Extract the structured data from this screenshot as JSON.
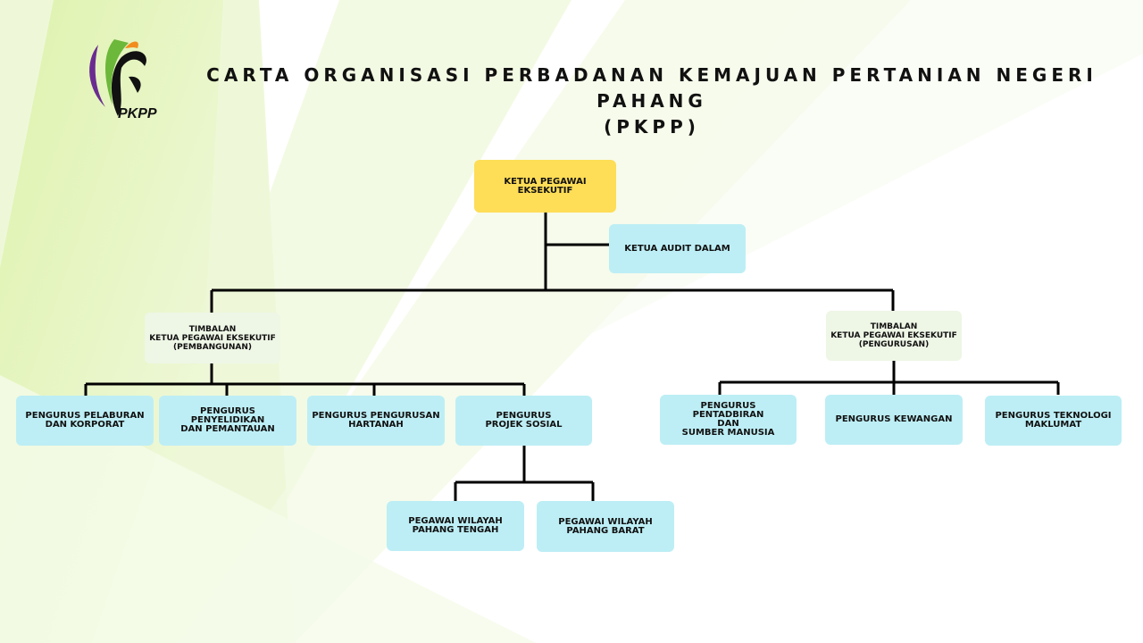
{
  "header": {
    "title": "CARTA ORGANISASI PERBADANAN KEMAJUAN PERTANIAN NEGERI PAHANG\n(PKPP)",
    "logo_text": "PKPP"
  },
  "colors": {
    "ceo": "#fedd57",
    "deputy": "#eef6e6",
    "unit": "#bdeef5",
    "line": "#000000"
  },
  "chart": {
    "ceo": "KETUA PEGAWAI\nEKSEKUTIF",
    "audit": "KETUA AUDIT DALAM",
    "deputy_dev": "TIMBALAN\nKETUA PEGAWAI EKSEKUTIF\n(PEMBANGUNAN)",
    "deputy_mgmt": "TIMBALAN\nKETUA PEGAWAI EKSEKUTIF\n(PENGURUSAN)",
    "dev_units": [
      "PENGURUS PELABURAN\nDAN KORPORAT",
      "PENGURUS PENYELIDIKAN\nDAN PEMANTAUAN",
      "PENGURUS PENGURUSAN\nHARTANAH",
      "PENGURUS\nPROJEK SOSIAL"
    ],
    "mgmt_units": [
      "PENGURUS PENTADBIRAN\nDAN\nSUMBER MANUSIA",
      "PENGURUS KEWANGAN",
      "PENGURUS TEKNOLOGI\nMAKLUMAT"
    ],
    "social_units": [
      "PEGAWAI WILAYAH\nPAHANG TENGAH",
      "PEGAWAI WILAYAH\nPAHANG BARAT"
    ]
  }
}
